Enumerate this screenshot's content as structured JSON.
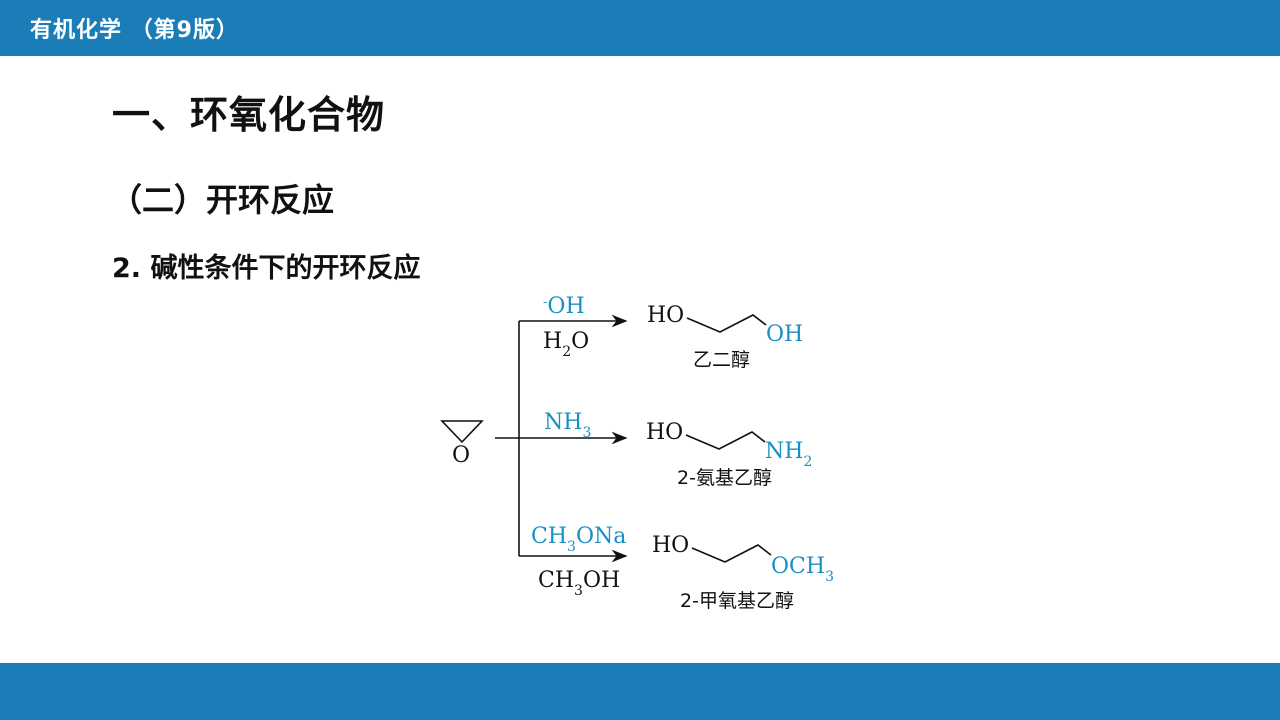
{
  "header": {
    "course_title": "有机化学 （第9版）"
  },
  "slide": {
    "title": "一、环氧化合物",
    "subtitle": "（二）开环反应",
    "section": "2. 碱性条件下的开环反应"
  },
  "diagram": {
    "reactant": {
      "ring_atom": "O"
    },
    "reactions": [
      {
        "reagent_above": {
          "charge": "-",
          "text": "OH"
        },
        "reagent_below": {
          "pre": "H",
          "sub": "2",
          "post": "O"
        },
        "product": {
          "left": "HO",
          "right_main": "OH",
          "right_sub": ""
        },
        "product_name": "乙二醇"
      },
      {
        "reagent_above": {
          "pre": "NH",
          "sub": "3",
          "post": ""
        },
        "product": {
          "left": "HO",
          "right_main": "NH",
          "right_sub": "2"
        },
        "product_name": "2-氨基乙醇"
      },
      {
        "reagent_above": {
          "pre": "CH",
          "sub": "3",
          "post": "ONa"
        },
        "reagent_below": {
          "pre": "CH",
          "sub": "3",
          "post": "OH"
        },
        "product": {
          "left": "HO",
          "right_main": "OCH",
          "right_sub": "3"
        },
        "product_name": "2-甲氧基乙醇"
      }
    ],
    "colors": {
      "reagent": "#1a8fc4",
      "text": "#111111",
      "bar": "#1a7db8"
    }
  }
}
